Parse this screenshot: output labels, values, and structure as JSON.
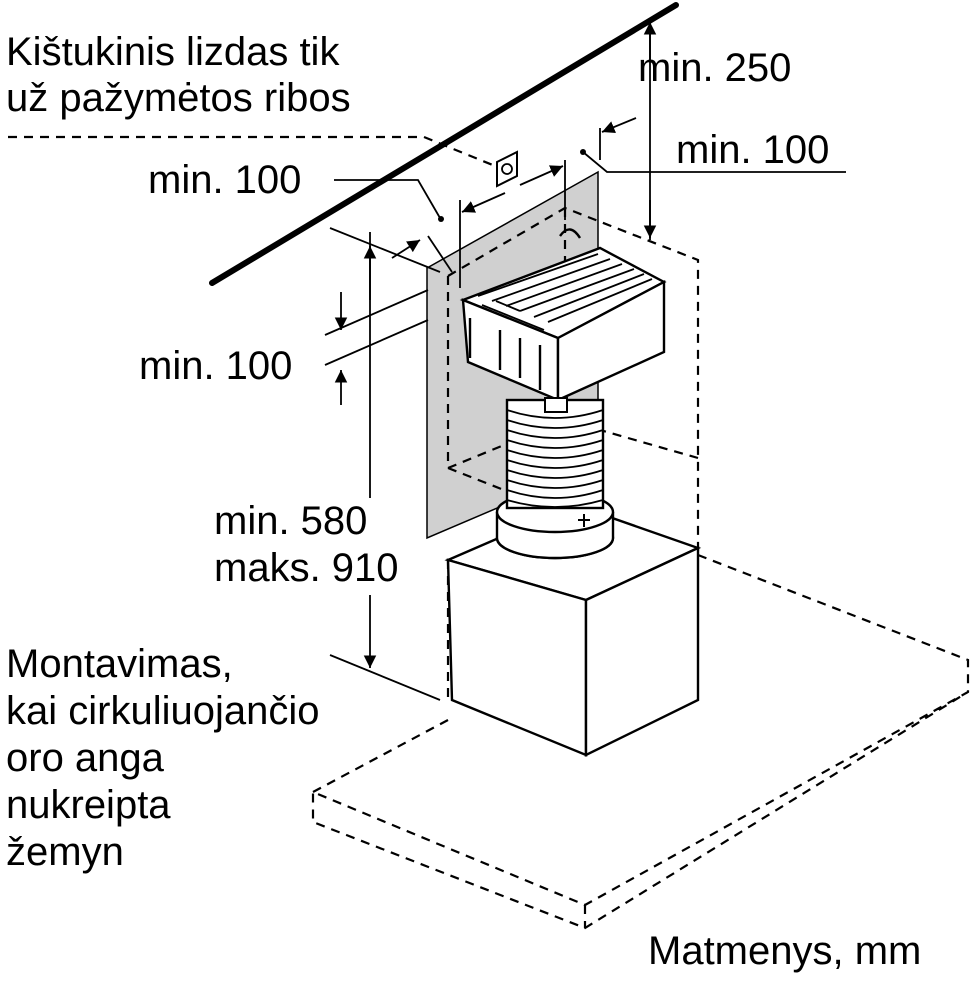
{
  "labels": {
    "socket_note_line1": "Kištukinis lizdas tik",
    "socket_note_line2": "už pažymėtos ribos",
    "dim_top_gap": "min. 250",
    "dim_right_side": "min. 100",
    "dim_left_side": "min. 100",
    "dim_vertical_gap": "min. 100",
    "dim_height_min": "min. 580",
    "dim_height_max": "maks. 910",
    "mount_note": [
      "Montavimas,",
      "kai cirkuliuojančio",
      "oro anga",
      "nukreipta",
      "žemyn"
    ],
    "units": "Matmenys, mm"
  },
  "colors": {
    "line": "#000000",
    "wall_panel": "#d0d0d0",
    "background": "#ffffff"
  }
}
